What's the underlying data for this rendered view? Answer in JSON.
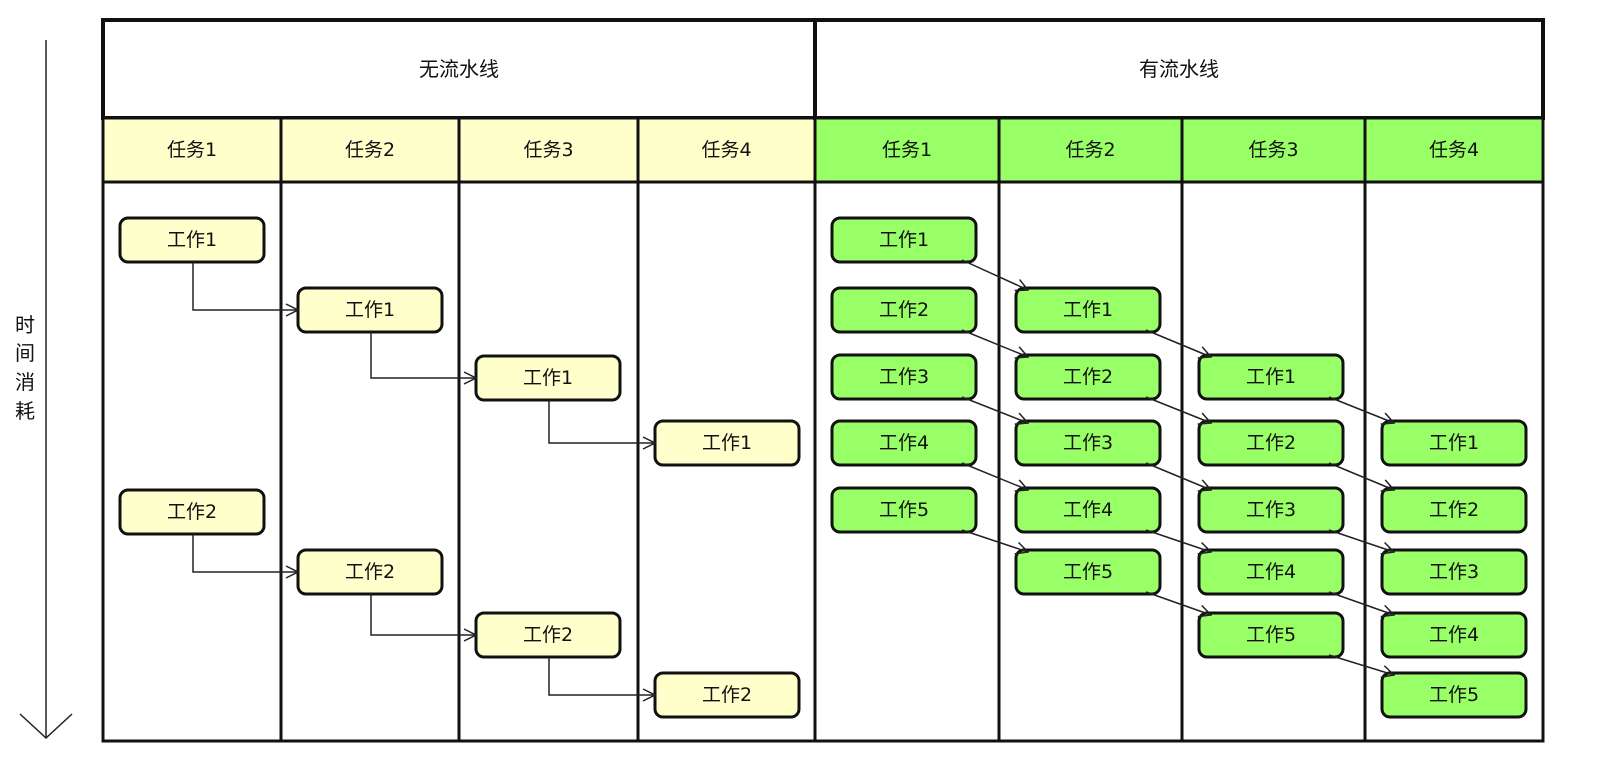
{
  "colors": {
    "no_pipeline_fill": "#ffffcc",
    "pipeline_fill": "#99ff66",
    "border": "#111111",
    "arrow": "#222222"
  },
  "time_axis": {
    "label_chars": [
      "时",
      "间",
      "消",
      "耗"
    ]
  },
  "sections": [
    {
      "title": "无流水线",
      "kind": "no-pipeline",
      "columns": [
        {
          "label": "任务1",
          "jobs": [
            {
              "label": "工作1"
            },
            {
              "label": "工作2"
            }
          ]
        },
        {
          "label": "任务2",
          "jobs": [
            {
              "label": "工作1"
            },
            {
              "label": "工作2"
            }
          ]
        },
        {
          "label": "任务3",
          "jobs": [
            {
              "label": "工作1"
            },
            {
              "label": "工作2"
            }
          ]
        },
        {
          "label": "任务4",
          "jobs": [
            {
              "label": "工作1"
            },
            {
              "label": "工作2"
            }
          ]
        }
      ]
    },
    {
      "title": "有流水线",
      "kind": "pipeline",
      "columns": [
        {
          "label": "任务1",
          "jobs": [
            {
              "label": "工作1"
            },
            {
              "label": "工作2"
            },
            {
              "label": "工作3"
            },
            {
              "label": "工作4"
            },
            {
              "label": "工作5"
            }
          ]
        },
        {
          "label": "任务2",
          "jobs": [
            {
              "label": "工作1"
            },
            {
              "label": "工作2"
            },
            {
              "label": "工作3"
            },
            {
              "label": "工作4"
            },
            {
              "label": "工作5"
            }
          ]
        },
        {
          "label": "任务3",
          "jobs": [
            {
              "label": "工作1"
            },
            {
              "label": "工作2"
            },
            {
              "label": "工作3"
            },
            {
              "label": "工作4"
            },
            {
              "label": "工作5"
            }
          ]
        },
        {
          "label": "任务4",
          "jobs": [
            {
              "label": "工作1"
            },
            {
              "label": "工作2"
            },
            {
              "label": "工作3"
            },
            {
              "label": "工作4"
            },
            {
              "label": "工作5"
            }
          ]
        }
      ]
    }
  ]
}
